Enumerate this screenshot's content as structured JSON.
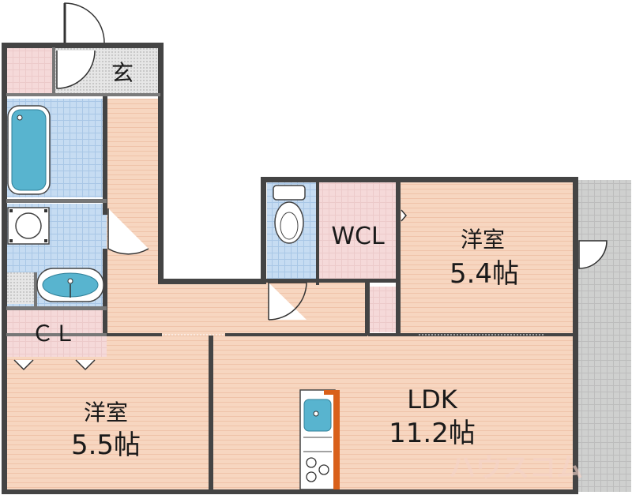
{
  "rooms": {
    "entrance": "玄",
    "closet": "ＣＬ",
    "walk_in_closet": "WCL",
    "bedroom_west": {
      "name": "洋室",
      "size": "5.5帖"
    },
    "bedroom_east": {
      "name": "洋室",
      "size": "5.4帖"
    },
    "ldk": {
      "name": "LDK",
      "size": "11.2帖"
    }
  },
  "watermark": "ハウスコム",
  "colors": {
    "wood_floor": "#f7d6c0",
    "tile_floor": "#c6dcf2",
    "closet_floor": "#f5d9d9",
    "wall": "#444444",
    "balcony": "#cfd0cf",
    "fixture": "#58b4cf",
    "counter": "#d9601a"
  }
}
